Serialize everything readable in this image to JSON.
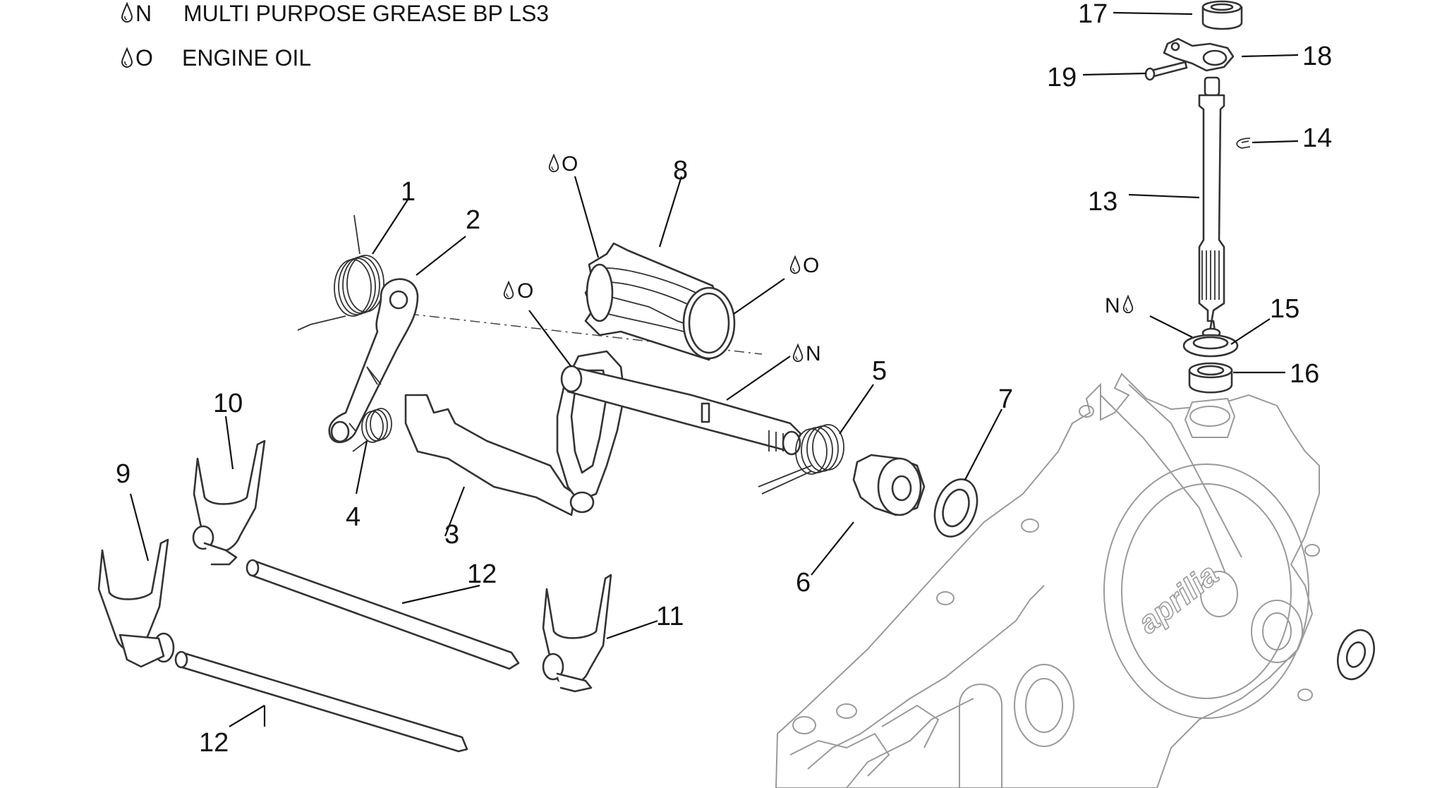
{
  "legend": {
    "items": [
      {
        "code": "N",
        "label": "MULTI PURPOSE GREASE BP LS3"
      },
      {
        "code": "O",
        "label": "ENGINE OIL"
      }
    ]
  },
  "callouts": {
    "n1": "1",
    "n2": "2",
    "n3": "3",
    "n4": "4",
    "n5": "5",
    "n6": "6",
    "n7": "7",
    "n8": "8",
    "n9": "9",
    "n10": "10",
    "n11": "11",
    "n12a": "12",
    "n12b": "12",
    "n13": "13",
    "n14": "14",
    "n15": "15",
    "n16": "16",
    "n17": "17",
    "n18": "18",
    "n19": "19"
  },
  "lubrication_marks": {
    "drum_left": "O",
    "drum_right": "O",
    "selector_shaft": "O",
    "shaft_end": "N",
    "seal_15": "N"
  },
  "cover_logo": "aprilia"
}
